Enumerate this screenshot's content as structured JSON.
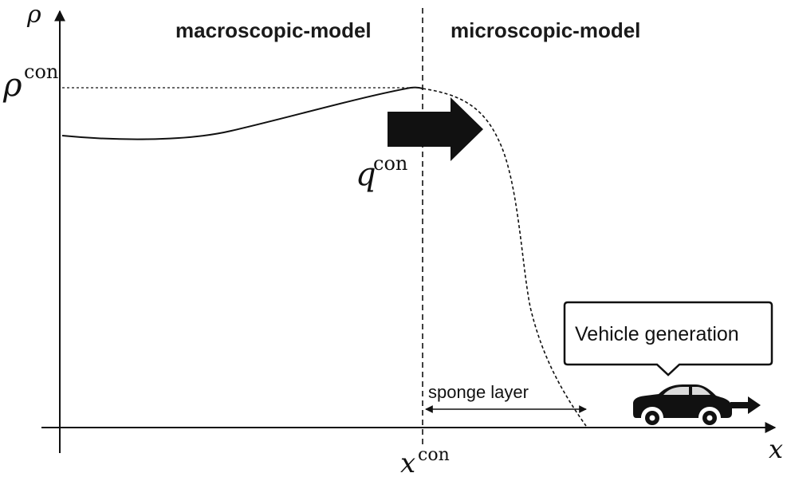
{
  "regions": {
    "left_label": "macroscopic-model",
    "right_label": "microscopic-model"
  },
  "axes": {
    "y_symbol": "ρ",
    "x_symbol": "x"
  },
  "rho_con": {
    "base": "ρ",
    "superscript": "con"
  },
  "q_con": {
    "base": "q",
    "superscript": "con"
  },
  "x_con": {
    "base": "x",
    "superscript": "con"
  },
  "sponge_layer_label": "sponge layer",
  "callout_text": "Vehicle generation",
  "icons": {
    "flow_arrow": "flow-arrow-icon",
    "car": "car-icon",
    "small_arrow": "small-arrow-icon"
  }
}
